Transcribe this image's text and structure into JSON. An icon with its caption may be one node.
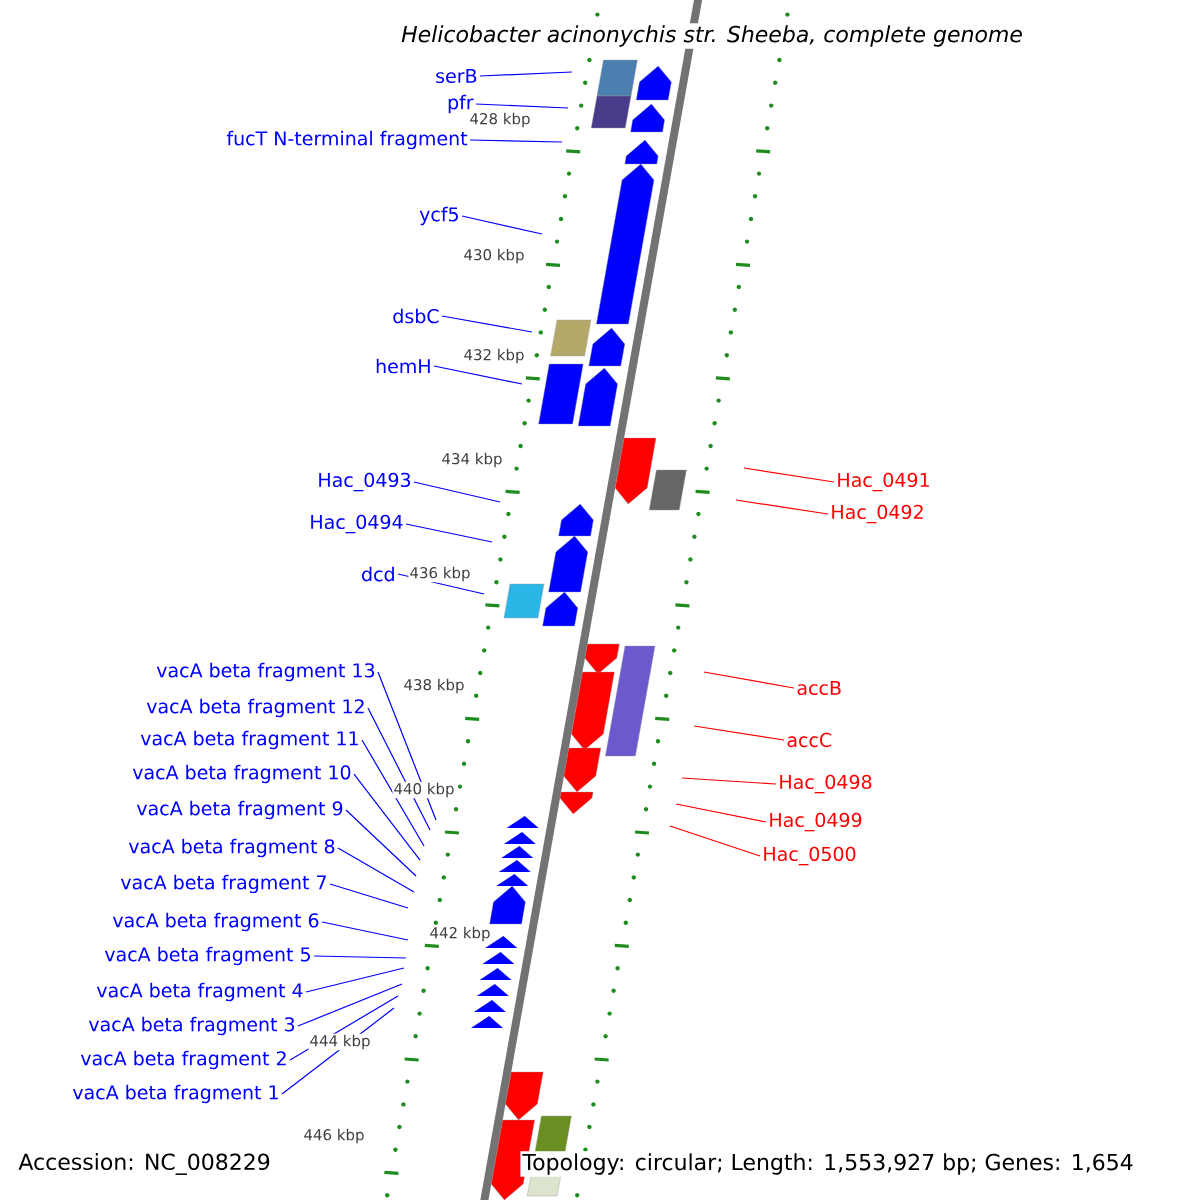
{
  "diagram": {
    "title": "Helicobacter acinonychis str. Sheeba, complete genome",
    "nodes": [
      {
        "text": [
          "serB"
        ]
      },
      {
        "text": [
          "pfr"
        ]
      },
      {
        "text": [
          "fucT N-terminal fragment"
        ]
      },
      {
        "text": [
          "ycf5"
        ]
      },
      {
        "text": [
          "dsbC"
        ]
      },
      {
        "text": [
          "hemH"
        ]
      },
      {
        "text": [
          "Hac_0493"
        ]
      },
      {
        "text": [
          "Hac_0494"
        ]
      },
      {
        "text": [
          "dcd"
        ]
      },
      {
        "text": [
          "vacA beta fragment 13"
        ]
      },
      {
        "text": [
          "vacA beta fragment 12"
        ]
      },
      {
        "text": [
          "vacA beta fragment 11"
        ]
      },
      {
        "text": [
          "vacA beta fragment 10"
        ]
      },
      {
        "text": [
          "vacA beta fragment 9"
        ]
      },
      {
        "text": [
          "vacA beta fragment 8"
        ]
      },
      {
        "text": [
          "vacA beta fragment 7"
        ]
      },
      {
        "text": [
          "vacA beta fragment 6"
        ]
      },
      {
        "text": [
          "vacA beta fragment 5"
        ]
      },
      {
        "text": [
          "vacA beta fragment 4"
        ]
      },
      {
        "text": [
          "vacA beta fragment 3"
        ]
      },
      {
        "text": [
          "vacA beta fragment 2"
        ]
      },
      {
        "text": [
          "vacA beta fragment 1"
        ]
      },
      {
        "text": [
          "Hac_0491"
        ]
      },
      {
        "text": [
          "Hac_0492"
        ]
      },
      {
        "text": [
          "accB"
        ]
      },
      {
        "text": [
          "accC"
        ]
      },
      {
        "text": [
          "Hac_0498"
        ]
      },
      {
        "text": [
          "Hac_0499"
        ]
      },
      {
        "text": [
          "Hac_0500"
        ]
      }
    ],
    "edges": [
      {
        "from": 0,
        "to": null,
        "arrow": "none"
      },
      {
        "from": 1,
        "to": null,
        "arrow": "none"
      },
      {
        "from": 2,
        "to": null,
        "arrow": "none"
      },
      {
        "from": 3,
        "to": null,
        "arrow": "none"
      },
      {
        "from": 4,
        "to": null,
        "arrow": "none"
      },
      {
        "from": 5,
        "to": null,
        "arrow": "none"
      },
      {
        "from": 6,
        "to": null,
        "arrow": "none"
      },
      {
        "from": 7,
        "to": null,
        "arrow": "none"
      },
      {
        "from": 8,
        "to": null,
        "arrow": "none"
      },
      {
        "from": 9,
        "to": null,
        "arrow": "none"
      },
      {
        "from": 10,
        "to": null,
        "arrow": "none"
      },
      {
        "from": 11,
        "to": null,
        "arrow": "none"
      },
      {
        "from": 12,
        "to": null,
        "arrow": "none"
      },
      {
        "from": 13,
        "to": null,
        "arrow": "none"
      },
      {
        "from": 14,
        "to": null,
        "arrow": "none"
      },
      {
        "from": 15,
        "to": null,
        "arrow": "none"
      },
      {
        "from": 16,
        "to": null,
        "arrow": "none"
      },
      {
        "from": 17,
        "to": null,
        "arrow": "none"
      },
      {
        "from": 18,
        "to": null,
        "arrow": "none"
      },
      {
        "from": 19,
        "to": null,
        "arrow": "none"
      },
      {
        "from": 20,
        "to": null,
        "arrow": "none"
      },
      {
        "from": 21,
        "to": null,
        "arrow": "none"
      },
      {
        "from": 22,
        "to": null,
        "arrow": "none",
        "color": "#ff0000"
      },
      {
        "from": 23,
        "to": null,
        "arrow": "none",
        "color": "#ff0000"
      },
      {
        "from": 24,
        "to": null,
        "arrow": "none",
        "color": "#ff0000"
      },
      {
        "from": 25,
        "to": null,
        "arrow": "none",
        "color": "#ff0000"
      },
      {
        "from": 26,
        "to": null,
        "arrow": "none",
        "color": "#ff0000"
      },
      {
        "from": 27,
        "to": null,
        "arrow": "none",
        "color": "#ff0000"
      },
      {
        "from": 28,
        "to": null,
        "arrow": "none",
        "color": "#ff0000"
      }
    ],
    "labels": [
      "428 kbp",
      "430 kbp",
      "432 kbp",
      "434 kbp",
      "436 kbp",
      "438 kbp",
      "440 kbp",
      "442 kbp",
      "444 kbp",
      "446 kbp",
      "Accession: NC_008229",
      "Topology: circular; Length: 1,553,927 bp; Genes: 1,654"
    ]
  }
}
